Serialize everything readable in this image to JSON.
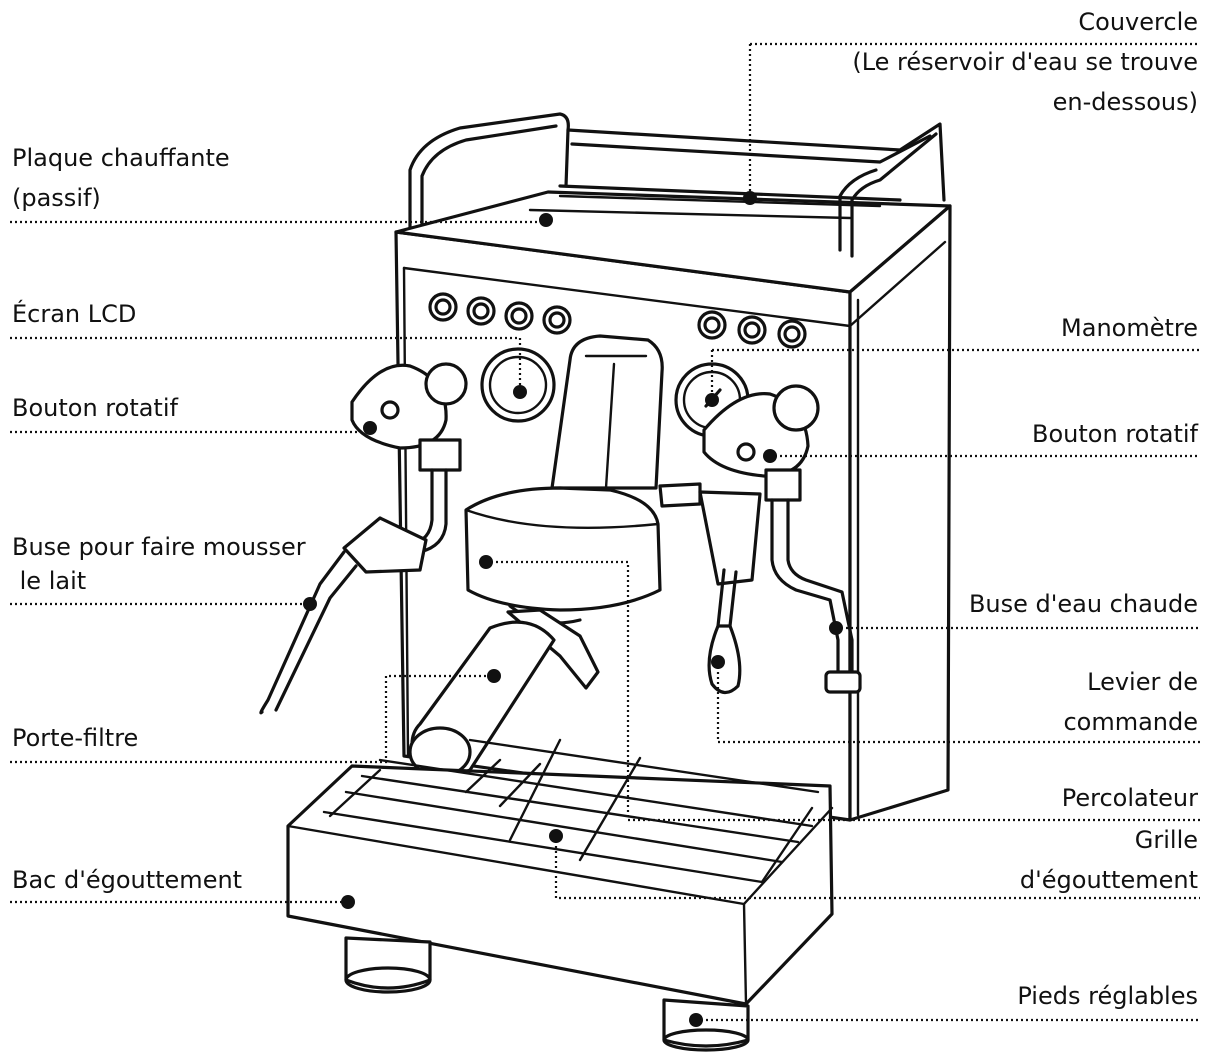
{
  "labels": {
    "couvercle": {
      "line1": "Couvercle",
      "line2": "(Le réservoir d'eau se trouve",
      "line3": "en-dessous)"
    },
    "plaque": {
      "line1": "Plaque chauffante",
      "line2": "(passif)"
    },
    "ecran": {
      "line1": "Écran LCD"
    },
    "manometre": {
      "line1": "Manomètre"
    },
    "bouton_left": {
      "line1": "Bouton rotatif"
    },
    "bouton_right": {
      "line1": "Bouton rotatif"
    },
    "buse_lait": {
      "line1": "Buse pour faire mousser",
      "line2": " le lait"
    },
    "buse_eau": {
      "line1": "Buse d'eau chaude"
    },
    "levier": {
      "line1": "Levier de",
      "line2": "commande"
    },
    "porte_filtre": {
      "line1": "Porte-filtre"
    },
    "percolateur": {
      "line1": "Percolateur"
    },
    "grille": {
      "line1": "Grille",
      "line2": "d'égouttement"
    },
    "bac": {
      "line1": "Bac d'égouttement"
    },
    "pieds": {
      "line1": "Pieds réglables"
    }
  }
}
